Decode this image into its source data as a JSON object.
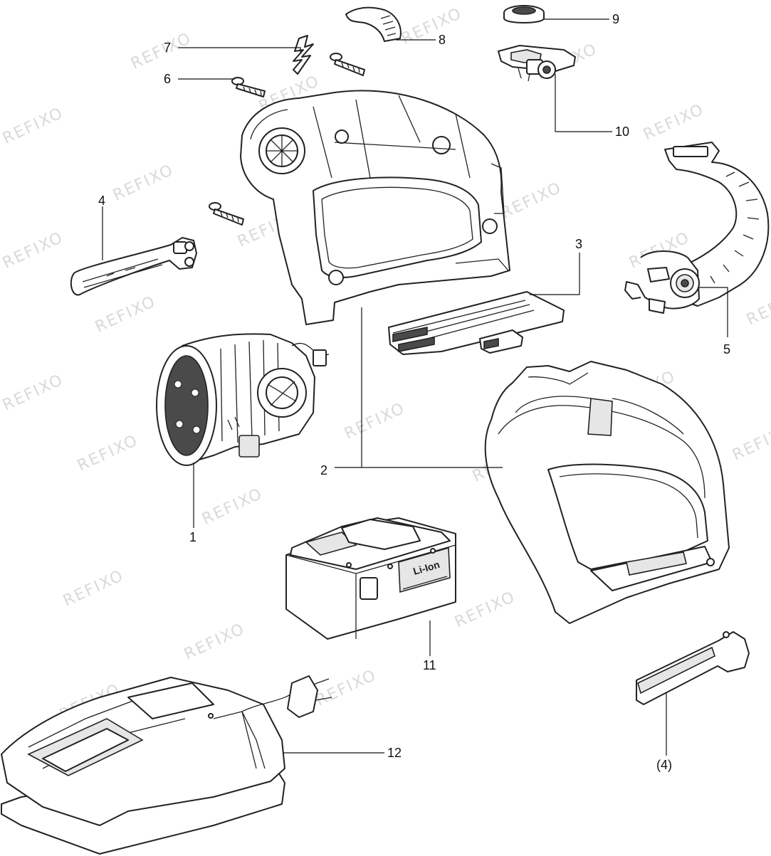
{
  "watermark": "REFIXO",
  "callouts": {
    "c1": "1",
    "c2": "2",
    "c3": "3",
    "c4": "4",
    "c4b": "(4)",
    "c5": "5",
    "c6": "6",
    "c7": "7",
    "c8": "8",
    "c9": "9",
    "c10": "10",
    "c11": "11",
    "c12": "12"
  },
  "battery": {
    "label": "Li-Ion"
  }
}
